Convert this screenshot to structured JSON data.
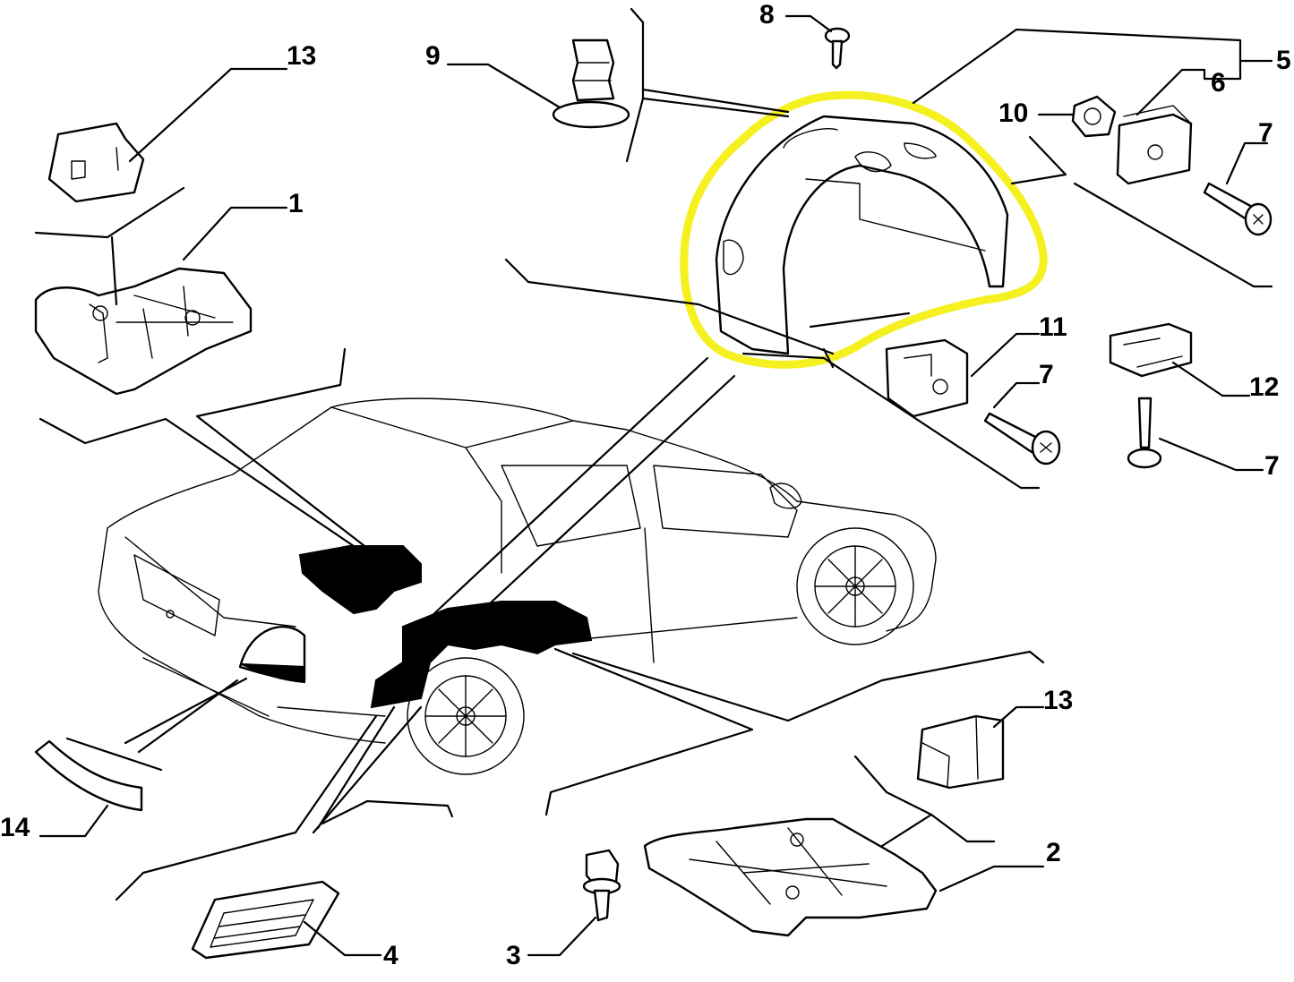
{
  "diagram": {
    "highlight_color": "#f5f020",
    "line_color": "#000000",
    "background": "#ffffff",
    "callouts": [
      {
        "id": "c1",
        "label": "1"
      },
      {
        "id": "c2",
        "label": "2"
      },
      {
        "id": "c3",
        "label": "3"
      },
      {
        "id": "c4",
        "label": "4"
      },
      {
        "id": "c5",
        "label": "5"
      },
      {
        "id": "c6",
        "label": "6"
      },
      {
        "id": "c7a",
        "label": "7"
      },
      {
        "id": "c7b",
        "label": "7"
      },
      {
        "id": "c7c",
        "label": "7"
      },
      {
        "id": "c8",
        "label": "8"
      },
      {
        "id": "c9",
        "label": "9"
      },
      {
        "id": "c10",
        "label": "10"
      },
      {
        "id": "c11",
        "label": "11"
      },
      {
        "id": "c12",
        "label": "12"
      },
      {
        "id": "c13a",
        "label": "13"
      },
      {
        "id": "c13b",
        "label": "13"
      },
      {
        "id": "c14",
        "label": "14"
      }
    ]
  }
}
